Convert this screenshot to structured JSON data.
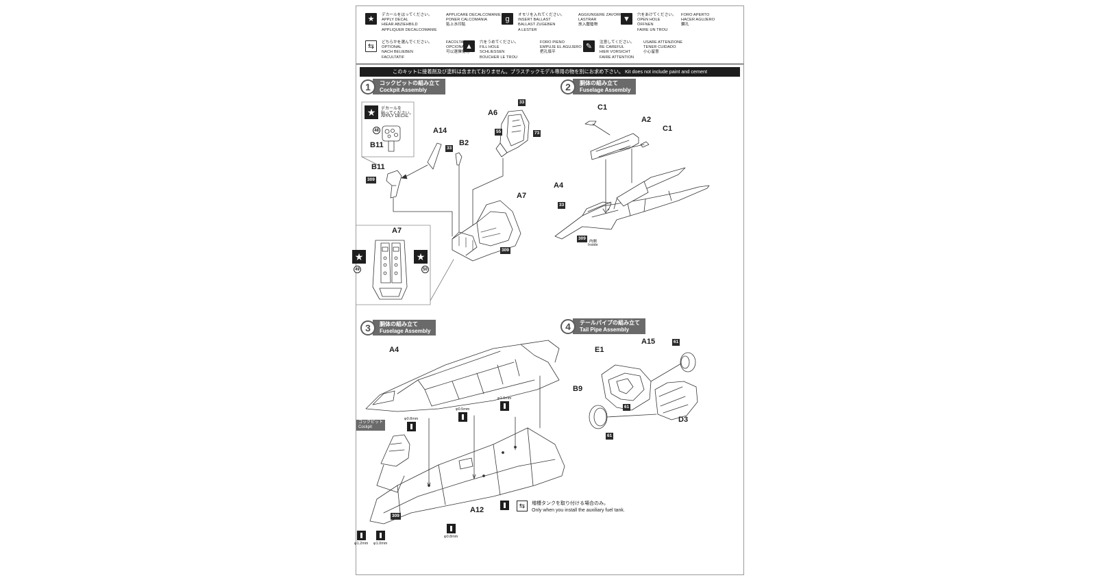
{
  "legend": [
    {
      "id": "apply-decal",
      "icon": "★",
      "icon_name": "star-icon",
      "ja": "デカールをはってください。",
      "en": "APPLY DECAL",
      "de": "HIEAR ABZIEHBILD",
      "fr": "APPLIQUER DECALCOMANIE",
      "it": "APPLICARE DECALCOMANIE",
      "es": "PONER CALCOMANIA",
      "cn": "贴上水印贴"
    },
    {
      "id": "insert-ballast",
      "icon": "g",
      "icon_name": "weight-icon",
      "ja": "オモリを入れてください。",
      "en": "INSERT BALLAST",
      "de": "BALLAST ZUGEBEN",
      "fr": "A LESTER",
      "it": "AGGIUNGERE ZAVORRA",
      "es": "LASTRAR",
      "cn": "放入壓艙物"
    },
    {
      "id": "open-hole",
      "icon": "▼",
      "icon_name": "open-hole-icon",
      "ja": "穴をあけてください。",
      "en": "OPEN HOLE",
      "de": "ÖFFNEN",
      "fr": "FAIRE UN TROU",
      "it": "FORO APERTO",
      "es": "HACER AGUJERO",
      "cn": "鑽孔"
    },
    {
      "id": "optional",
      "icon": "⇆",
      "icon_name": "optional-icon",
      "ja": "どちらかを選んでください。",
      "en": "OPTIONAL",
      "de": "NACH BELIEBEN",
      "fr": "FACULTATIF",
      "it": "FACOLTATIVO",
      "es": "OPCIONAL",
      "cn": "可以選擇使用"
    },
    {
      "id": "fill-hole",
      "icon": "▲",
      "icon_name": "fill-hole-icon",
      "ja": "穴をうめてください。",
      "en": "FILL HOLE",
      "de": "SCHLIESSEN",
      "fr": "BOUCHER LE TROU",
      "it": "FORO PIENO",
      "es": "EMPUJE EL AGUJERO",
      "cn": "把孔填平"
    },
    {
      "id": "be-careful",
      "icon": "✎",
      "icon_name": "caution-icon",
      "ja": "注意してください。",
      "en": "BE CAREFUL",
      "de": "HIER VORSICHT",
      "fr": "FAIRE ATTENTION",
      "it": "USARE ATTENZIONE",
      "es": "TENER CUIDADO",
      "cn": "小心留意"
    }
  ],
  "banner": "このキットに接着剤及び塗料は含まれておりません。プラスチックモデル専用の物を別にお求め下さい。 Kit does not include paint and cement",
  "steps": {
    "s1": {
      "num": "1",
      "ja": "コックピットの組み立て",
      "en": "Cockpit Assembly"
    },
    "s2": {
      "num": "2",
      "ja": "胴体の組み立て",
      "en": "Fuselage Assembly"
    },
    "s3": {
      "num": "3",
      "ja": "胴体の組み立て",
      "en": "Fuselage Assembly"
    },
    "s4": {
      "num": "4",
      "ja": "テールパイプの組み立て",
      "en": "Tail Pipe Assembly"
    }
  },
  "step1": {
    "decal_box": {
      "ja1": "デカールを",
      "ja2": "貼ってください。",
      "en": "APPLY DECAL",
      "decal": "48",
      "part": "B11"
    },
    "parts": {
      "a14": "A14",
      "b2": "B2",
      "a6": "A6",
      "b11": "B11",
      "a7": "A7",
      "a7_detail": "A7"
    },
    "colors": {
      "c33": "33",
      "c55": "55",
      "c73": "73",
      "c309a": "309",
      "c309b": "309",
      "c33b": "33"
    },
    "detail_decals": {
      "left": "49",
      "right": "50"
    }
  },
  "step2": {
    "parts": {
      "c1a": "C1",
      "a2": "A2",
      "c1b": "C1",
      "a4": "A4"
    },
    "colors": {
      "c33": "33",
      "c309": "309"
    },
    "inside_ja": "内側",
    "inside_en": "Inside"
  },
  "step3": {
    "parts": {
      "a4": "A4",
      "a12": "A12"
    },
    "cockpit_tag": {
      "ja": "コックピット",
      "en": "Cockpit"
    },
    "color_309": "309",
    "drills": {
      "d10a": "φ1.0mm",
      "d05": "φ0.5mm",
      "d08a": "φ0.8mm",
      "d12": "φ1.2mm",
      "d10b": "φ1.0mm",
      "d08b": "φ0.8mm"
    },
    "fuel_note": {
      "ja": "増槽タンクを取り付ける場合のみ。",
      "en": "Only when you install the auxiliary fuel tank."
    }
  },
  "step4": {
    "parts": {
      "e1": "E1",
      "a15": "A15",
      "b9": "B9",
      "d3": "D3"
    },
    "colors": {
      "c61a": "61",
      "c61b": "61",
      "c61c": "61"
    }
  }
}
